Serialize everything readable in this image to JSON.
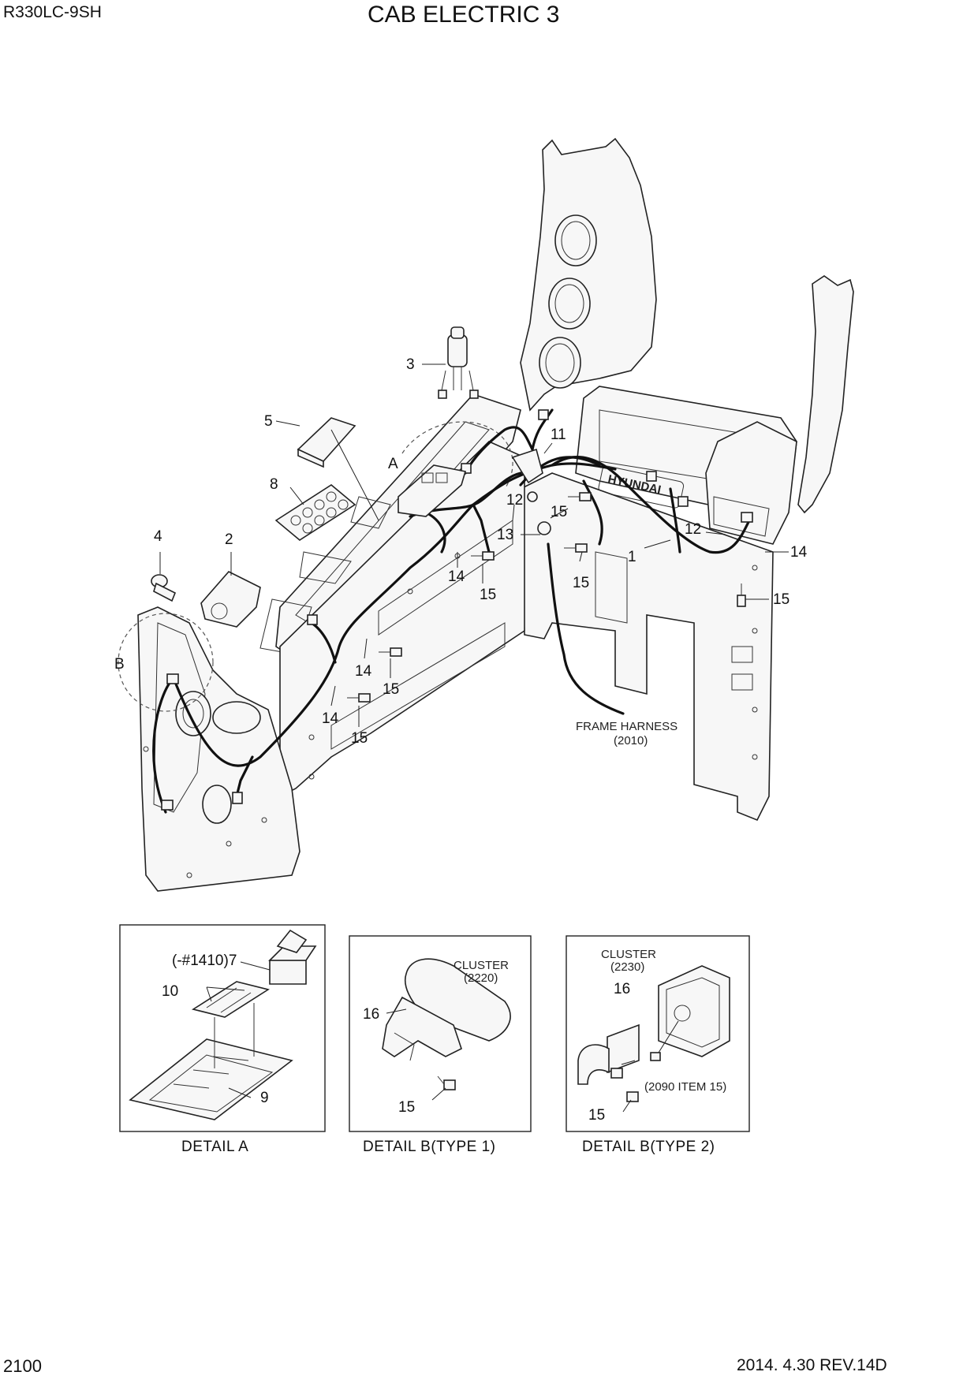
{
  "header": {
    "model": "R330LC-9SH",
    "title": "CAB ELECTRIC 3"
  },
  "footer": {
    "page_number": "2100",
    "date_rev": "2014. 4.30  REV.14D"
  },
  "callouts": {
    "c1": "1",
    "c2": "2",
    "c3": "3",
    "c4": "4",
    "c5": "5",
    "c8": "8",
    "c11": "11",
    "c12a": "12",
    "c12b": "12",
    "c13": "13",
    "c14a": "14",
    "c14b": "14",
    "c14c": "14",
    "c14d": "14",
    "c15a": "15",
    "c15b": "15",
    "c15c": "15",
    "c15d": "15",
    "c15e": "15",
    "c15f": "15",
    "detailA_marker": "A",
    "detailB_marker": "B"
  },
  "labels": {
    "frame_harness_line1": "FRAME HARNESS",
    "frame_harness_line2": "(2010)",
    "brand_plate": "HYUNDAI"
  },
  "detail_a": {
    "caption": "DETAIL  A",
    "c7": "(-#1410)7",
    "c10": "10",
    "c9": "9"
  },
  "detail_b1": {
    "caption": "DETAIL  B(TYPE 1)",
    "cluster_line1": "CLUSTER",
    "cluster_line2": "(2220)",
    "c16": "16",
    "c15": "15"
  },
  "detail_b2": {
    "caption": "DETAIL  B(TYPE 2)",
    "cluster_line1": "CLUSTER",
    "cluster_line2": "(2230)",
    "c16": "16",
    "c15": "15",
    "ref": "(2090 ITEM 15)"
  }
}
